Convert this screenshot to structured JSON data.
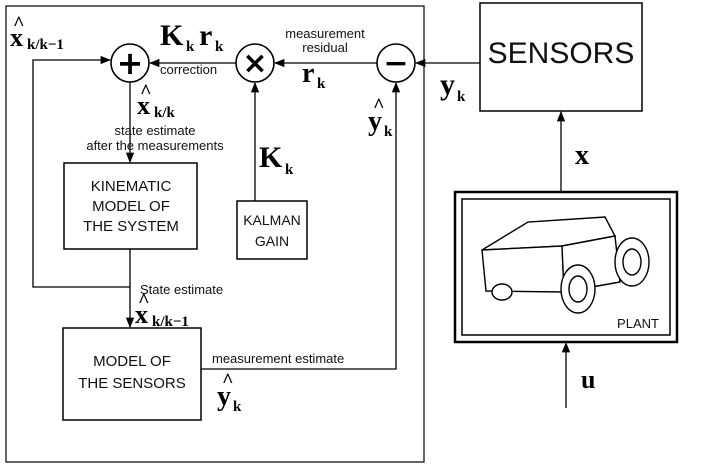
{
  "blocks": {
    "kinematic": [
      "KINEMATIC",
      "MODEL OF",
      "THE SYSTEM"
    ],
    "sensors_model": [
      "MODEL OF",
      "THE SENSORS"
    ],
    "kalman": [
      "KALMAN",
      "GAIN"
    ],
    "sensors": "SENSORS",
    "plant": "PLANT"
  },
  "operators": {
    "sum": "+",
    "mult": "×",
    "sub": "−"
  },
  "labels": {
    "correction": "correction",
    "measurement_residual": [
      "measurement",
      "residual"
    ],
    "state_after": [
      "state estimate",
      "after the measurements"
    ],
    "state_estimate": "State estimate",
    "measurement_estimate": "measurement  estimate"
  },
  "symbols": {
    "x_hat": "x",
    "y_hat": "y",
    "K": "K",
    "r": "r",
    "x": "x",
    "y": "y",
    "u": "u",
    "sub_kk1": "k/k−1",
    "sub_kk": "k/k",
    "sub_k": "k",
    "hat": "^"
  }
}
